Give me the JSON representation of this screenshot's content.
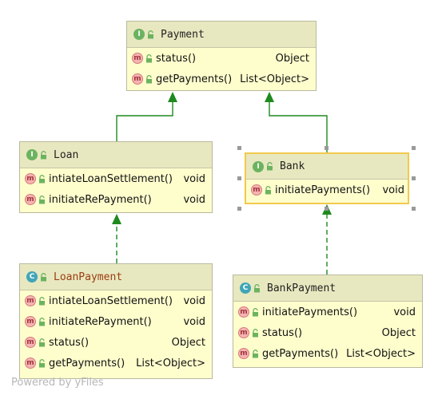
{
  "diagram": {
    "nodes": [
      {
        "id": "payment",
        "kind": "interface",
        "badge": "I",
        "title": "Payment",
        "methods": [
          {
            "name": "status()",
            "type": "Object"
          },
          {
            "name": "getPayments()",
            "type": "List<Object>"
          }
        ]
      },
      {
        "id": "loan",
        "kind": "interface",
        "badge": "I",
        "title": "Loan",
        "methods": [
          {
            "name": "intiateLoanSettlement()",
            "type": "void"
          },
          {
            "name": "initiateRePayment()",
            "type": "void"
          }
        ]
      },
      {
        "id": "bank",
        "kind": "interface",
        "badge": "I",
        "title": "Bank",
        "selected": true,
        "methods": [
          {
            "name": "initiatePayments()",
            "type": "void"
          }
        ]
      },
      {
        "id": "loanpayment",
        "kind": "class",
        "badge": "C",
        "title": "LoanPayment",
        "methods": [
          {
            "name": "intiateLoanSettlement()",
            "type": "void"
          },
          {
            "name": "initiateRePayment()",
            "type": "void"
          },
          {
            "name": "status()",
            "type": "Object"
          },
          {
            "name": "getPayments()",
            "type": "List<Object>"
          }
        ]
      },
      {
        "id": "bankpayment",
        "kind": "class",
        "badge": "C",
        "title": "BankPayment",
        "methods": [
          {
            "name": "initiatePayments()",
            "type": "void"
          },
          {
            "name": "status()",
            "type": "Object"
          },
          {
            "name": "getPayments()",
            "type": "List<Object>"
          }
        ]
      }
    ],
    "edges": [
      {
        "from": "loan",
        "to": "payment",
        "style": "solid"
      },
      {
        "from": "bank",
        "to": "payment",
        "style": "solid"
      },
      {
        "from": "loanpayment",
        "to": "loan",
        "style": "dashed"
      },
      {
        "from": "bankpayment",
        "to": "bank",
        "style": "dashed"
      }
    ],
    "method_badge": "m",
    "colors": {
      "edge": "#1e8a1e",
      "node_fill": "#fefecd",
      "header_fill": "#e8e8c0",
      "interface_badge": "#6bb360",
      "class_badge": "#3fa6b8",
      "selection": "#f2c94c"
    }
  },
  "footer": {
    "text": "Powered by yFiles"
  }
}
